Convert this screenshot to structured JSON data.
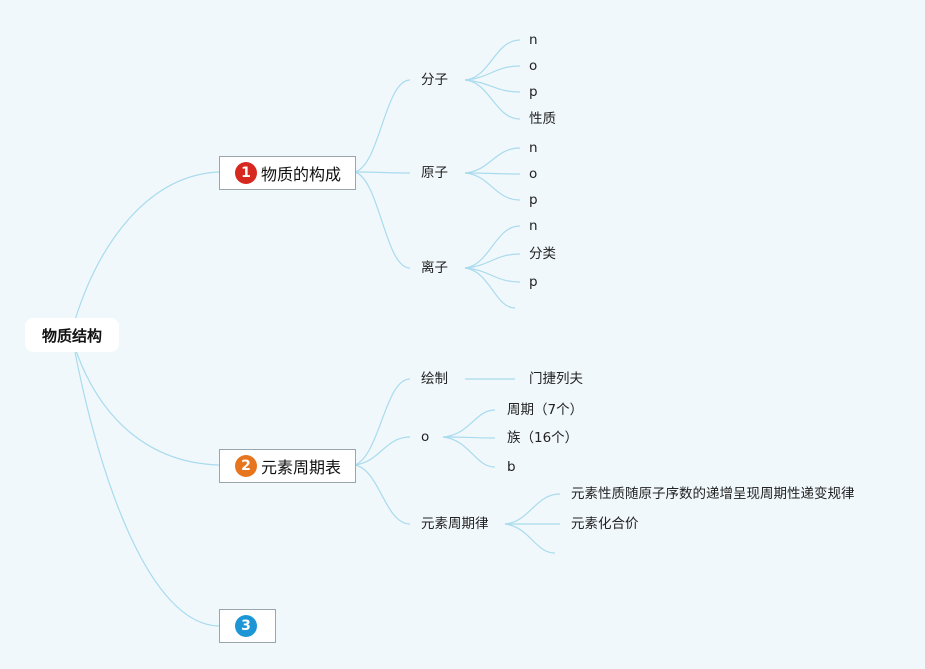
{
  "root": "物质结构",
  "badges": [
    "1",
    "2",
    "3"
  ],
  "branches": {
    "b1": {
      "label": "物质的构成",
      "children": {
        "molecule": {
          "label": "分子",
          "leaves": [
            "n",
            "o",
            "p",
            "性质"
          ]
        },
        "atom": {
          "label": "原子",
          "leaves": [
            "n",
            "o",
            "p"
          ]
        },
        "ion": {
          "label": "离子",
          "leaves": [
            "n",
            "分类",
            "p"
          ]
        }
      }
    },
    "b2": {
      "label": "元素周期表",
      "children": {
        "draw": {
          "label": "绘制",
          "leaves": [
            "门捷列夫"
          ]
        },
        "o": {
          "label": "o",
          "leaves": [
            "周期（7个）",
            "族（16个）",
            "b"
          ]
        },
        "law": {
          "label": "元素周期律",
          "leaves": [
            "元素性质随原子序数的递增呈现周期性递变规律",
            "元素化合价"
          ]
        }
      }
    },
    "b3": {
      "label": ""
    }
  }
}
